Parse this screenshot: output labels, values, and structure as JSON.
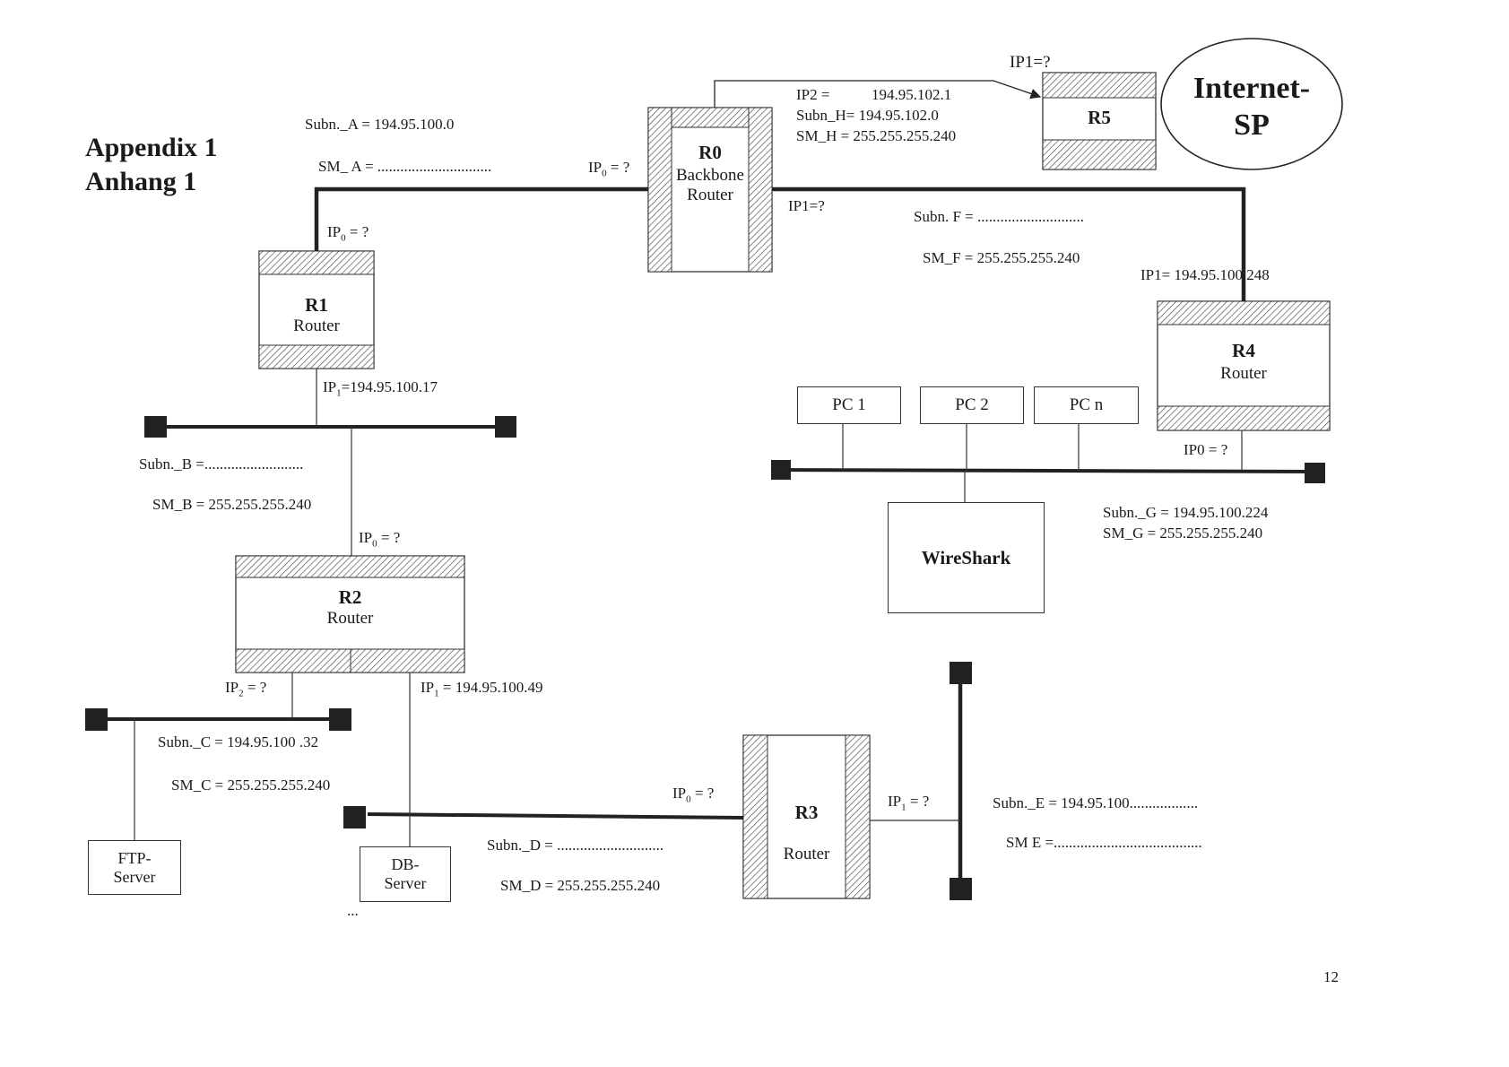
{
  "appendix": {
    "line1": "Appendix 1",
    "line2": "Anhang 1"
  },
  "page_number": "12",
  "internet": {
    "line1": "Internet-",
    "line2": "SP"
  },
  "routers": {
    "r0": {
      "name": "R0",
      "line2": "Backbone",
      "line3": "Router"
    },
    "r1": {
      "name": "R1",
      "type": "Router"
    },
    "r2": {
      "name": "R2",
      "type": "Router"
    },
    "r3": {
      "name": "R3",
      "type": "Router"
    },
    "r4": {
      "name": "R4",
      "type": "Router"
    },
    "r5": {
      "name": "R5"
    }
  },
  "hosts": {
    "pc1": "PC 1",
    "pc2": "PC 2",
    "pcn": "PC n",
    "wireshark": "WireShark",
    "ftp": {
      "line1": "FTP-",
      "line2": "Server"
    },
    "db": {
      "line1": "DB-",
      "line2": "Server"
    },
    "ellipsis": "..."
  },
  "labels": {
    "subn_a": "Subn._A = 194.95.100.0",
    "sm_a": "SM_ A = ..............................",
    "r0_ip0_pre": "IP",
    "r0_ip0_post": " = ?",
    "r1_ip0_pre": "IP",
    "r1_ip0_post": " = ?",
    "r1_ip1_pre": "IP",
    "r1_ip1_post": "=194.95.100.17",
    "subn_b": "Subn._B =..........................",
    "sm_b": "SM_B = 255.255.255.240",
    "r2_ip0_pre": "IP",
    "r2_ip0_post": " = ?",
    "r2_ip2_pre": "IP",
    "r2_ip2_post": " = ?",
    "r2_ip1_pre": "IP",
    "r2_ip1_post": " = 194.95.100.49",
    "subn_c": "Subn._C = 194.95.100 .32",
    "sm_c": "SM_C =  255.255.255.240",
    "r3_ip0_pre": "IP",
    "r3_ip0_post": " = ?",
    "r3_ip1_pre": "IP",
    "r3_ip1_post": " = ?",
    "subn_d": "Subn._D = ............................",
    "sm_d": "SM_D  = 255.255.255.240",
    "subn_e": "Subn._E = 194.95.100..................",
    "sm_e": "SM  E =.......................................",
    "r5_ip1": "IP1=?",
    "r0_ip2": "IP2 =",
    "r0_ip2_val": "194.95.102.1",
    "subn_h": "Subn_H=  194.95.102.0",
    "sm_h": "SM_H  =  255.255.255.240",
    "r0_ip1": "IP1=?",
    "subn_f": "Subn. F = ............................",
    "sm_f": "SM_F = 255.255.255.240",
    "r4_ip1": "IP1=   194.95.100.248",
    "r4_ip0": "IP0 = ?",
    "subn_g": "Subn._G = 194.95.100.224",
    "sm_g": "SM_G =    255.255.255.240"
  },
  "subscripts": {
    "zero": "0",
    "one": "1",
    "two": "2"
  }
}
